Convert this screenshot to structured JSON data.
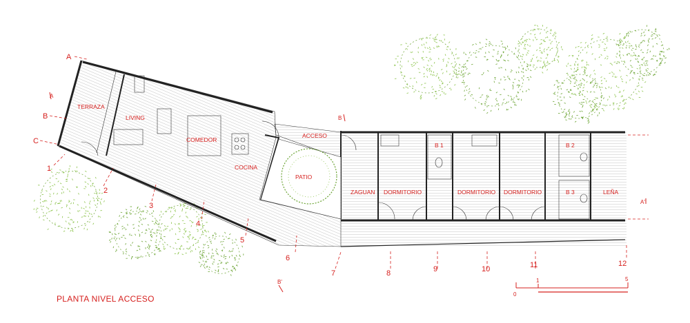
{
  "title": "PLANTA NIVEL ACCESO",
  "rooms": {
    "terraza": "TERRAZA",
    "living": "LIVING",
    "comedor": "COMEDOR",
    "cocina": "COCINA",
    "acceso": "ACCESO",
    "patio": "PATIO",
    "zaguan": "ZAGUAN",
    "dormitorio_1": "DORMITORIO",
    "dormitorio_2": "DORMITORIO",
    "dormitorio_3": "DORMITORIO",
    "b1": "B 1",
    "b2": "B 2",
    "b3": "B 3",
    "lena": "LEÑA"
  },
  "grid_letters": [
    "A",
    "B",
    "C"
  ],
  "grid_numbers": [
    "1",
    "2",
    "3",
    "4",
    "5",
    "6",
    "7",
    "8",
    "9",
    "10",
    "11",
    "12"
  ],
  "section_marks": {
    "a": "A",
    "a_prime": "A'",
    "b": "B",
    "b_prime": "B'"
  },
  "scale": {
    "zero": "0",
    "one": "1",
    "five": "5"
  },
  "colors": {
    "annotation": "#d6201e",
    "walls": "#222222",
    "vegetation": "#6aa332"
  }
}
